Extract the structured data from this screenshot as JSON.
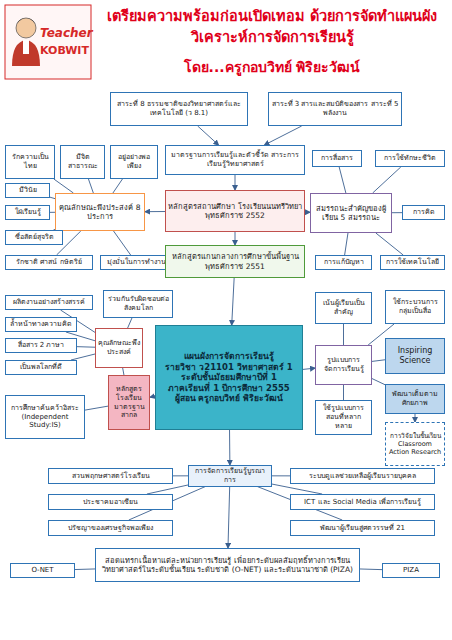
{
  "diagram": {
    "title": "เตรียมความพร้อมก่อนเปิดเทอม ด้วยการจัดทำแผนผังวิเคราะห์การจัดการเรียนรู้",
    "nodes": [
      {
        "text": [
          "สาระที่ 8 ธรรมชาติของวิทยาศาสตร์และเทคโนโลยี (ว 8.1)"
        ]
      },
      {
        "text": [
          "สาระที่ 3 สารและสมบัติของสาร สาระที่ 5 พลังงาน"
        ]
      },
      {
        "text": [
          "มาตรฐานการเรียนรู้และตัวชี้วัด สาระการเรียนรู้วิทยาศาสตร์"
        ]
      },
      {
        "text": [
          "รักความเป็นไทย"
        ]
      },
      {
        "text": [
          "มีจิตสาธารณะ"
        ]
      },
      {
        "text": [
          "อยู่อย่างพอเพียง"
        ]
      },
      {
        "text": [
          "มีวินัย"
        ]
      },
      {
        "text": [
          "คุณลักษณะพึงประสงค์ 8 ประการ"
        ]
      },
      {
        "text": [
          "ใฝ่เรียนรู้"
        ]
      },
      {
        "text": [
          "ซื่อสัตย์สุจริต"
        ]
      },
      {
        "text": [
          "รักชาติ ศาสน์ กษัตริย์"
        ]
      },
      {
        "text": [
          "มุ่งมั่นในการทำงาน"
        ]
      },
      {
        "text": [
          "หลักสูตรสถานศึกษา โรงเรียนนนทรีวิทยา พุทธศักราช 2552"
        ]
      },
      {
        "text": [
          "การสื่อสาร"
        ]
      },
      {
        "text": [
          "การใช้ทักษะชีวิต"
        ]
      },
      {
        "text": [
          "สมรรถนะสำคัญของผู้เรียน 5 สมรรถนะ"
        ]
      },
      {
        "text": [
          "การคิด"
        ]
      },
      {
        "text": [
          "การแก้ปัญหา"
        ]
      },
      {
        "text": [
          "การใช้เทคโนโลยี"
        ]
      },
      {
        "text": [
          "หลักสูตรแกนกลางการศึกษาขั้นพื้นฐาน พุทธศักราช 2551"
        ]
      },
      {
        "text": [
          "ผลิตงานอย่างสร้างสรรค์"
        ]
      },
      {
        "text": [
          "ร่วมกันรับผิดชอบต่อสังคมโลก"
        ]
      },
      {
        "text": [
          "ล้ำหน้าทางความคิด"
        ]
      },
      {
        "text": [
          "สื่อสาร 2 ภาษา"
        ]
      },
      {
        "text": [
          "คุณลักษณะพึงประสงค์"
        ]
      },
      {
        "text": [
          "เป็นพลโลกที่ดี"
        ]
      },
      {
        "text": [
          "การศึกษาค้นคว้าอิสระ (Independent Study:IS)"
        ]
      },
      {
        "text": [
          "หลักสูตรโรงเรียนมาตรฐานสากล"
        ]
      },
      {
        "text": [
          "แผนผังการจัดการเรียนรู้",
          "รายวิชา ว21101 วิทยาศาสตร์ 1",
          "ระดับชั้นมัธยมศึกษาปีที่ 1",
          "ภาคเรียนที่ 1 ปีการศึกษา 2555",
          "ผู้สอน ครูกอบวิทย์ พิริยะวัฒน์"
        ]
      },
      {
        "text": [
          "เน้นผู้เรียนเป็นสำคัญ"
        ]
      },
      {
        "text": [
          "ใช้กระบวนการกลุ่มเป็นสื่อ"
        ]
      },
      {
        "text": [
          "รูปแบบการจัดการเรียนรู้"
        ]
      },
      {
        "text": [
          "Inspiring Science"
        ]
      },
      {
        "text": [
          "พัฒนาเต็มตามศักยภาพ"
        ]
      },
      {
        "text": [
          "ใช้รูปแบบการสอนที่หลากหลาย"
        ]
      },
      {
        "text": [
          "การวิจัยในชั้นเรียน Classroom Action Research"
        ]
      },
      {
        "text": [
          "การจัดการเรียนรู้บูรณาการ"
        ]
      },
      {
        "text": [
          "สวนพฤกษศาสตร์โรงเรียน"
        ]
      },
      {
        "text": [
          "ระบบดูแลช่วยเหลือผู้เรียนรายบุคคล"
        ]
      },
      {
        "text": [
          "ประชาคมอาเซียน"
        ]
      },
      {
        "text": [
          "ICT และ Social Media เพื่อการเรียนรู้"
        ]
      },
      {
        "text": [
          "ปรัชญาของเศรษฐกิจพอเพียง"
        ]
      },
      {
        "text": [
          "พัฒนาผู้เรียนสู่ศตวรรษที่ 21"
        ]
      },
      {
        "text": [
          "สอดแทรกเนื้อหาแต่ละหน่วยการเรียนรู้ เพื่อยกระดับผลสัมฤทธิ์ทางการเรียนวิทยาศาสตร์ในระดับชั้นเรียน ระดับชาติ (O-NET) และระดับนานาชาติ (PIZA)"
        ]
      },
      {
        "text": [
          "O-NET"
        ]
      },
      {
        "text": [
          "PIZA"
        ]
      }
    ],
    "edges": [
      {
        "from": 0,
        "to": 2,
        "arrow": "to"
      },
      {
        "from": 1,
        "to": 2,
        "arrow": "to"
      },
      {
        "from": 2,
        "to": 12,
        "arrow": "to"
      },
      {
        "from": 12,
        "to": 19,
        "arrow": "to"
      },
      {
        "from": 19,
        "to": 28,
        "arrow": "to"
      },
      {
        "from": 12,
        "to": 7,
        "arrow": "to"
      },
      {
        "from": 12,
        "to": 15,
        "arrow": "to"
      },
      {
        "from": 7,
        "to": 3,
        "arrow": "none"
      },
      {
        "from": 7,
        "to": 4,
        "arrow": "none"
      },
      {
        "from": 7,
        "to": 5,
        "arrow": "none"
      },
      {
        "from": 7,
        "to": 6,
        "arrow": "none"
      },
      {
        "from": 7,
        "to": 8,
        "arrow": "none"
      },
      {
        "from": 7,
        "to": 9,
        "arrow": "none"
      },
      {
        "from": 7,
        "to": 10,
        "arrow": "none"
      },
      {
        "from": 7,
        "to": 11,
        "arrow": "none"
      },
      {
        "from": 15,
        "to": 13,
        "arrow": "none"
      },
      {
        "from": 15,
        "to": 14,
        "arrow": "none"
      },
      {
        "from": 15,
        "to": 16,
        "arrow": "none"
      },
      {
        "from": 15,
        "to": 17,
        "arrow": "none"
      },
      {
        "from": 15,
        "to": 18,
        "arrow": "none"
      },
      {
        "from": 28,
        "to": 27,
        "arrow": "to"
      },
      {
        "from": 27,
        "to": 24,
        "arrow": "none"
      },
      {
        "from": 27,
        "to": 26,
        "arrow": "none"
      },
      {
        "from": 24,
        "to": 20,
        "arrow": "none"
      },
      {
        "from": 24,
        "to": 21,
        "arrow": "none"
      },
      {
        "from": 24,
        "to": 22,
        "arrow": "none"
      },
      {
        "from": 24,
        "to": 23,
        "arrow": "none"
      },
      {
        "from": 24,
        "to": 25,
        "arrow": "none"
      },
      {
        "from": 28,
        "to": 31,
        "arrow": "to"
      },
      {
        "from": 31,
        "to": 29,
        "arrow": "none"
      },
      {
        "from": 31,
        "to": 30,
        "arrow": "none"
      },
      {
        "from": 31,
        "to": 32,
        "arrow": "none"
      },
      {
        "from": 31,
        "to": 33,
        "arrow": "none"
      },
      {
        "from": 31,
        "to": 34,
        "arrow": "none"
      },
      {
        "from": 33,
        "to": 35,
        "arrow": "to"
      },
      {
        "from": 28,
        "to": 36,
        "arrow": "to"
      },
      {
        "from": 36,
        "to": 37,
        "arrow": "none"
      },
      {
        "from": 36,
        "to": 38,
        "arrow": "none"
      },
      {
        "from": 36,
        "to": 39,
        "arrow": "none"
      },
      {
        "from": 36,
        "to": 40,
        "arrow": "none"
      },
      {
        "from": 36,
        "to": 41,
        "arrow": "none"
      },
      {
        "from": 36,
        "to": 42,
        "arrow": "none"
      },
      {
        "from": 36,
        "to": 43,
        "arrow": "to"
      },
      {
        "from": 43,
        "to": 44,
        "arrow": "none"
      },
      {
        "from": 43,
        "to": 45,
        "arrow": "none"
      }
    ],
    "labels": [
      "Teacher",
      "KOBWIT",
      "โดย...ครูกอบวิทย์ พิริยะวัฒน์"
    ]
  }
}
